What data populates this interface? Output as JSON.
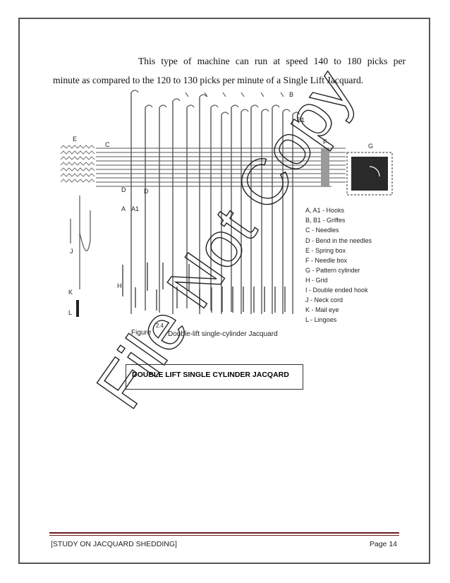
{
  "paragraph": {
    "line1": "This type of machine can run at speed 140 to 180 picks per",
    "line2": "minute as compared to the 120 to 130 picks per minute of a Single Lift Jacquard."
  },
  "figure": {
    "labels": {
      "B": "B",
      "B1": "B1",
      "E": "E",
      "C": "C",
      "F": "F",
      "G": "G",
      "D1": "D",
      "D2": "D",
      "A": "A",
      "A1": "A1",
      "J": "J",
      "H": "H",
      "K": "K",
      "L": "L"
    },
    "legend": [
      "A, A1 - Hooks",
      "B, B1 - Griffes",
      "C - Needles",
      "D - Bend in the needles",
      "E - Spring box",
      "F - Needle box",
      "G - Pattern cylinder",
      "H - Grid",
      "I - Double ended hook",
      "J - Neck cord",
      "K - Mail eye",
      "L - Lingoes"
    ],
    "figure_number": "2.4",
    "caption_prefix": "Figure",
    "caption_text": "Double-lift single-cylinder Jacquard"
  },
  "caption_box": "DOUBLE LIFT SINGLE CYLINDER JACQARD",
  "watermark": "File Not Copy",
  "footer": {
    "title": "[STUDY ON JACQUARD SHEDDING]",
    "page": "Page 14"
  }
}
